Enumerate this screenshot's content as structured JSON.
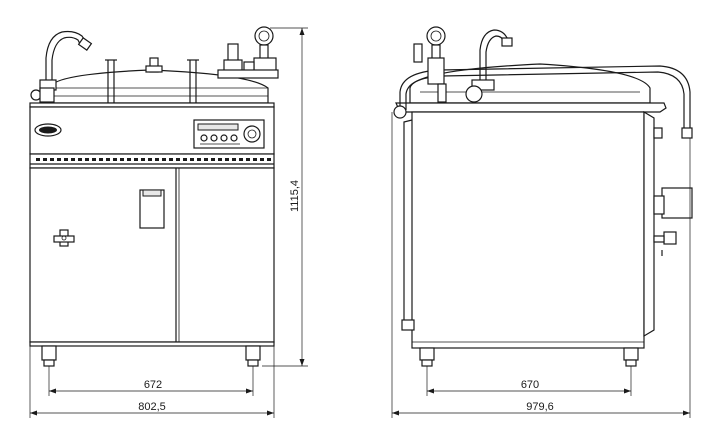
{
  "drawing": {
    "front_view": {
      "dim_leg_span": "672",
      "dim_total_width": "802,5",
      "dim_total_height": "1115,4"
    },
    "side_view": {
      "dim_leg_span": "670",
      "dim_total_depth": "979,6"
    },
    "colors": {
      "line": "#1a1a1a",
      "background": "#ffffff"
    }
  }
}
